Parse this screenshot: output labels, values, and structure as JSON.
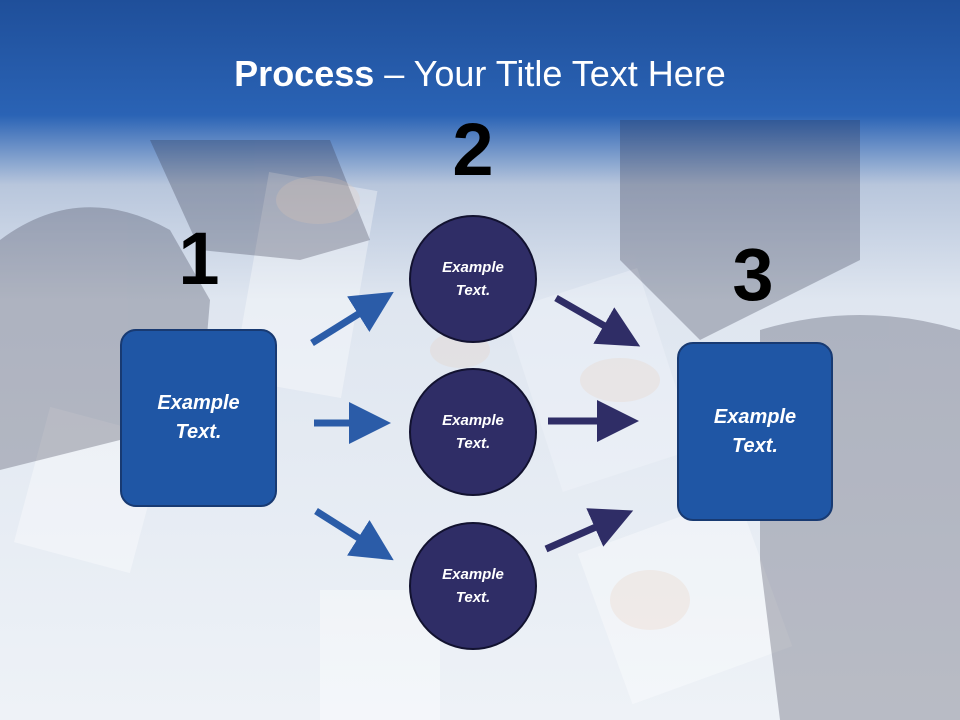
{
  "slide": {
    "title_bold": "Process",
    "title_rest": " – Your Title Text Here",
    "numbers": [
      "1",
      "2",
      "3"
    ],
    "left_box": "Example\nText.",
    "circles": [
      "Example\nText.",
      "Example\nText.",
      "Example\nText."
    ],
    "right_box": "Example\nText.",
    "colors": {
      "header": "#2a63b5",
      "box": "#1f56a5",
      "circle": "#2f2d66",
      "arrow_blue": "#2b5ca8",
      "arrow_dark": "#2f2d66"
    }
  }
}
